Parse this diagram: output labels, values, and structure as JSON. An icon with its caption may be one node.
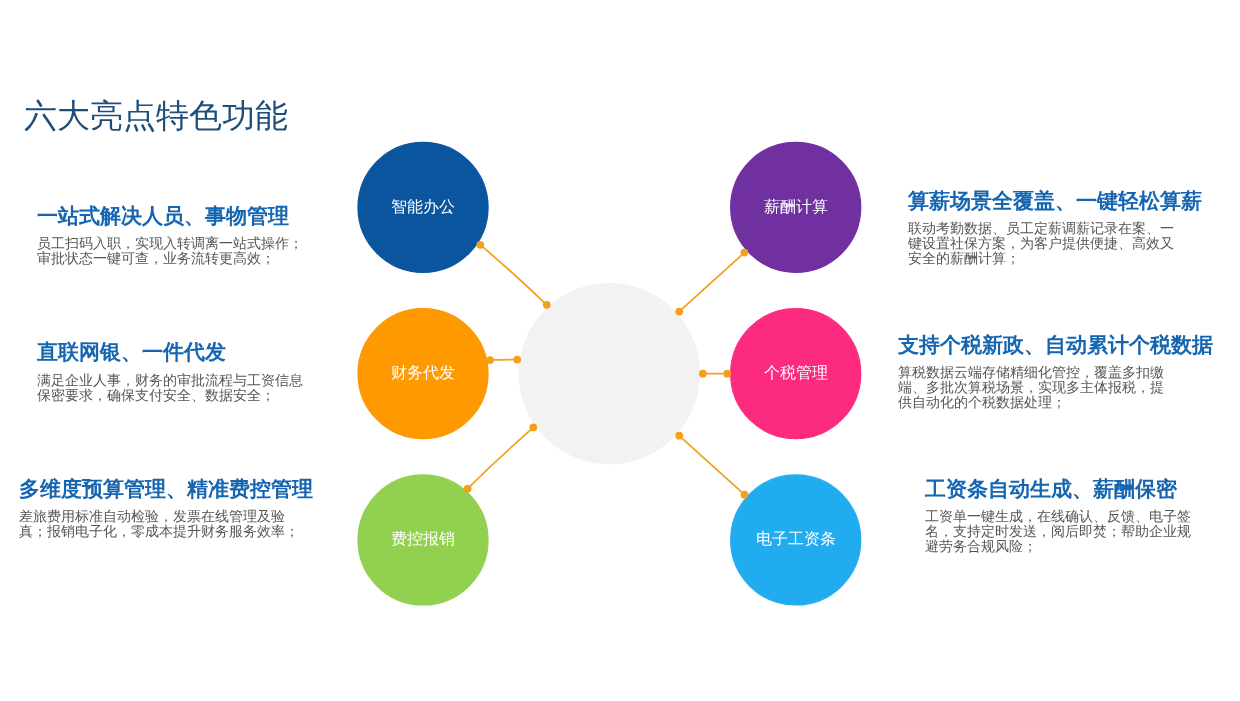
{
  "diagram": {
    "title": "六大亮点特色功能",
    "nodes": [
      {
        "text": [
          "智能办公"
        ],
        "beside": [
          "一站式解决人员、事物管理",
          "员工扫码入职，实现入转调离一站式操作；审批状态一键可查，业务流转更高效；"
        ]
      },
      {
        "text": [
          "薪酬计算"
        ],
        "beside": [
          "算薪场景全覆盖、一键轻松算薪",
          "联动考勤数据、员工定薪调薪记录在案、一键设置社保方案，为客户提供便捷、高效又安全的薪酬计算；"
        ]
      },
      {
        "text": [
          "财务代发"
        ],
        "beside": [
          "直联网银、一件代发",
          "满足企业人事，财务的审批流程与工资信息保密要求，确保支付安全、数据安全；"
        ]
      },
      {
        "text": [],
        "shape": "circle"
      },
      {
        "text": [
          "个税管理"
        ],
        "beside": [
          "支持个税新政、自动累计个税数据",
          "算税数据云端存储精细化管控，覆盖多扣缴端、多批次算税场景，实现多主体报税，提供自动化的个税数据处理；"
        ]
      },
      {
        "text": [
          "费控报销"
        ],
        "beside": [
          "多维度预算管理、精准费控管理",
          "差旅费用标准自动检验，发票在线管理及验真；报销电子化，零成本提升财务服务效率；"
        ]
      },
      {
        "text": [
          "电子工资条"
        ],
        "beside": [
          "工资条自动生成、薪酬保密",
          "工资单一键生成，在线确认、反馈、电子签名，支持定时发送，阅后即焚；帮助企业规避劳务合规风险；"
        ]
      }
    ],
    "edges": [
      {
        "from": 3,
        "to": 0,
        "arrow": "other"
      },
      {
        "from": 3,
        "to": 1,
        "arrow": "other"
      },
      {
        "from": 3,
        "to": 2,
        "arrow": "other"
      },
      {
        "from": 3,
        "to": 4,
        "arrow": "other"
      },
      {
        "from": 3,
        "to": 5,
        "arrow": "other"
      },
      {
        "from": 3,
        "to": 6,
        "arrow": "other"
      }
    ]
  }
}
